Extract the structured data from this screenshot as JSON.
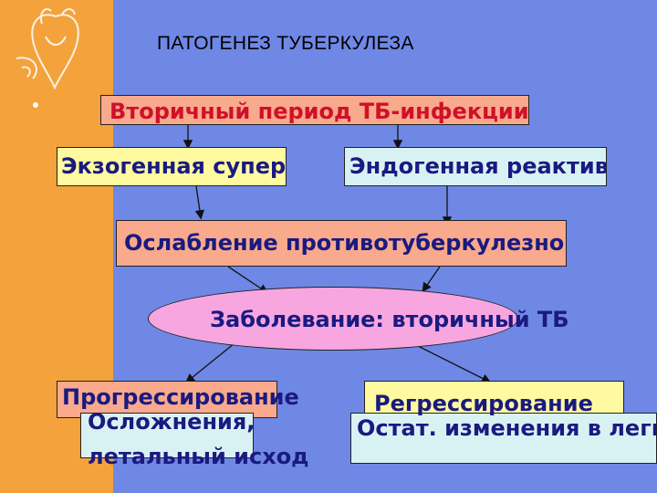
{
  "slide": {
    "title": "ПАТОГЕНЕЗ ТУБЕРКУЛЕЗА",
    "bullet": "•"
  },
  "diagram": {
    "top": "Вторичный период ТБ-инфекции",
    "exogenous": "Экзогенная суперинфекция",
    "endogenous": "Эндогенная реактивация",
    "weakening": "Ослабление противотуберкулезного иммунитета",
    "disease": "Заболевание: вторичный ТБ",
    "progression": "Прогрессирование",
    "regression": "Регрессирование",
    "complications_line1": "Осложнения,",
    "complications_line2": "летальный исход",
    "residual": "Остат. изменения в легких"
  },
  "colors": {
    "background": "#6f88e6",
    "left_band": "#f4a23c",
    "top_text": "#d0102a",
    "box_salmon": "#f9a98c",
    "box_yellow": "#fffaa0",
    "box_cyan": "#d8f2f4",
    "ellipse_pink": "#f7a6e0",
    "text_navy": "#1a1a80"
  }
}
